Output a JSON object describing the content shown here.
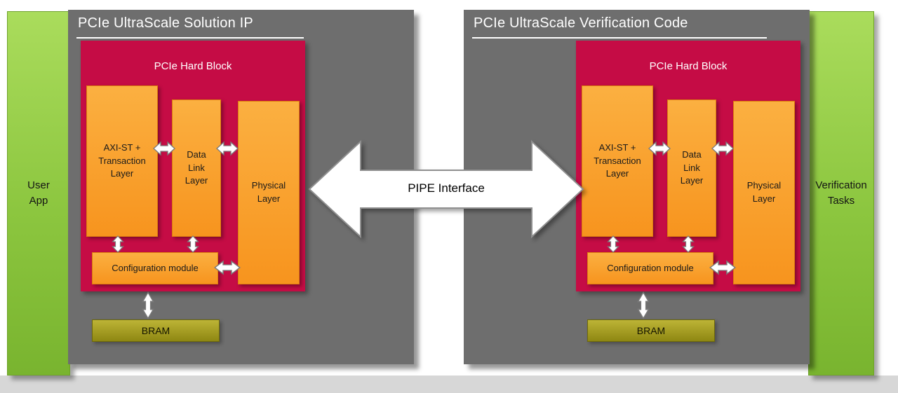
{
  "diagram": {
    "pipe_label": "PIPE Interface",
    "left_bar_label": "User\nApp",
    "right_bar_label": "Verification\nTasks"
  },
  "panels": [
    {
      "title": "PCIe UltraScale Solution IP",
      "hard_block_title": "PCIe Hard Block",
      "blocks": {
        "axi": "AXI-ST +\nTransaction\nLayer",
        "dll": "Data\nLink\nLayer",
        "phy": "Physical\nLayer",
        "config": "Configuration module"
      },
      "bram": "BRAM"
    },
    {
      "title": "PCIe UltraScale Verification Code",
      "hard_block_title": "PCIe Hard Block",
      "blocks": {
        "axi": "AXI-ST +\nTransaction\nLayer",
        "dll": "Data\nLink\nLayer",
        "phy": "Physical\nLayer",
        "config": "Configuration module"
      },
      "bram": "BRAM"
    }
  ],
  "colors": {
    "sidebar_green": "#8cc63f",
    "panel_gray": "#6e6e6e",
    "hard_block_red": "#c50c45",
    "layer_orange": "#f7941e",
    "bram_olive": "#9e9622",
    "arrow_fill": "#ffffff",
    "title_text": "#ffffff",
    "bottom_strip": "#d7d7d7"
  }
}
